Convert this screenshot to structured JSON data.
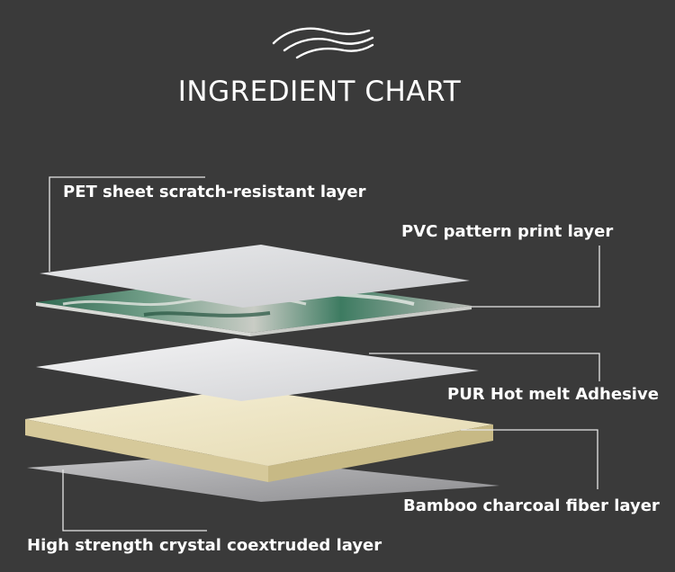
{
  "title": "INGREDIENT CHART",
  "logo_icon": "wave-logo-icon",
  "layers": {
    "pet": "PET sheet scratch-resistant layer",
    "pvc": "PVC pattern print layer",
    "pur": "PUR Hot melt Adhesive",
    "bamboo": "Bamboo charcoal fiber layer",
    "crystal": "High strength crystal coextruded layer"
  },
  "colors": {
    "background": "#3a3a3a",
    "text": "#ffffff",
    "leader_lines": "#e6e6e6",
    "pet_sheet": "#d9dadd",
    "pvc_marble": "#3f7a60",
    "bamboo_board": "#efe7c7",
    "crystal_base": "#a9a9ab"
  }
}
